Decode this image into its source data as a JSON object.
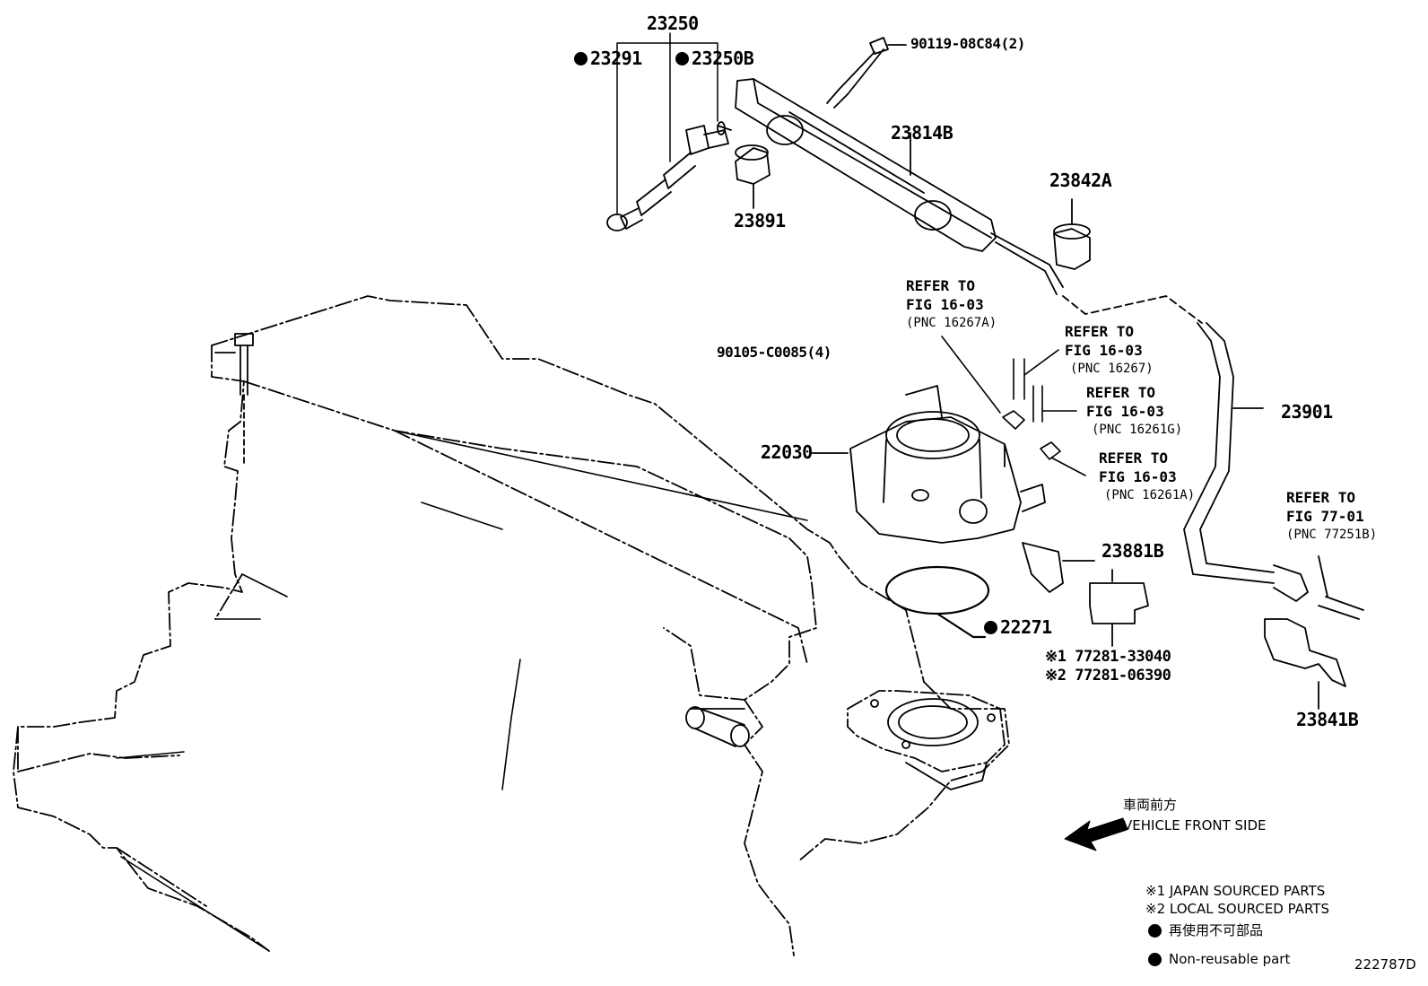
{
  "parts": {
    "p23250": "23250",
    "p23291": "23291",
    "p23250B": "23250B",
    "p90119": "90119-08C84(2)",
    "p23814B": "23814B",
    "p23891": "23891",
    "p23842A": "23842A",
    "p90105": "90105-C0085(4)",
    "p22030": "22030",
    "p23901": "23901",
    "p23881B": "23881B",
    "p22271": "22271",
    "p77281_j": "77281-33040",
    "p77281_l": "77281-06390",
    "p23841B": "23841B"
  },
  "refs": [
    {
      "line1": "REFER TO",
      "line2": "FIG 16-03",
      "pnc": "(PNC 16267A)"
    },
    {
      "line1": "REFER TO",
      "line2": "FIG 16-03",
      "pnc": "(PNC 16267)"
    },
    {
      "line1": "REFER TO",
      "line2": "FIG 16-03",
      "pnc": "(PNC 16261G)"
    },
    {
      "line1": "REFER TO",
      "line2": "FIG 16-03",
      "pnc": "(PNC 16261A)"
    },
    {
      "line1": "REFER TO",
      "line2": "FIG 77-01",
      "pnc": "(PNC 77251B)"
    }
  ],
  "marks": {
    "m1": "※1",
    "m2": "※2"
  },
  "vehicle_front": {
    "jp": "車両前方",
    "en": "VEHICLE FRONT SIDE"
  },
  "legend": {
    "japan": "※1 JAPAN SOURCED PARTS",
    "local": "※2 LOCAL SOURCED PARTS",
    "nonreuse_jp": "再使用不可部品",
    "nonreuse_en": "Non-reusable part"
  },
  "diagram_id": "222787D"
}
